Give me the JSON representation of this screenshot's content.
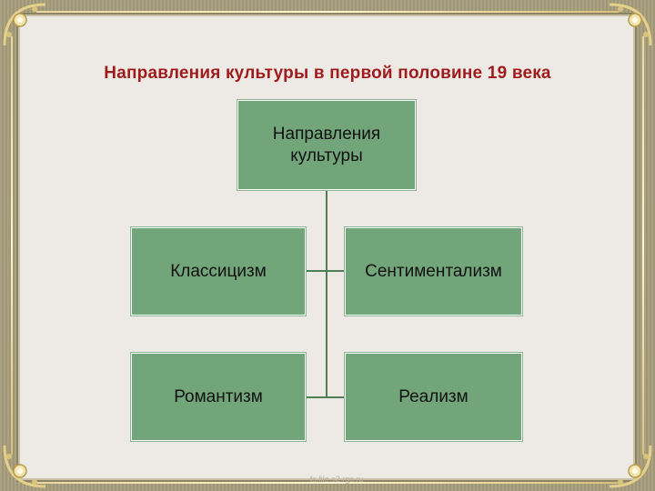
{
  "title": "Направления культуры в первой половине 19 века",
  "diagram": {
    "root": "Направления культуры",
    "children": [
      "Классицизм",
      "Сентиментализм",
      "Романтизм",
      "Реализм"
    ]
  },
  "watermark": "fs.file.s2.rgs.ru",
  "colors": {
    "box_fill": "#73a57a",
    "title_text": "#a01c1c",
    "connector": "#4f7f56",
    "background": "#edeae6"
  }
}
